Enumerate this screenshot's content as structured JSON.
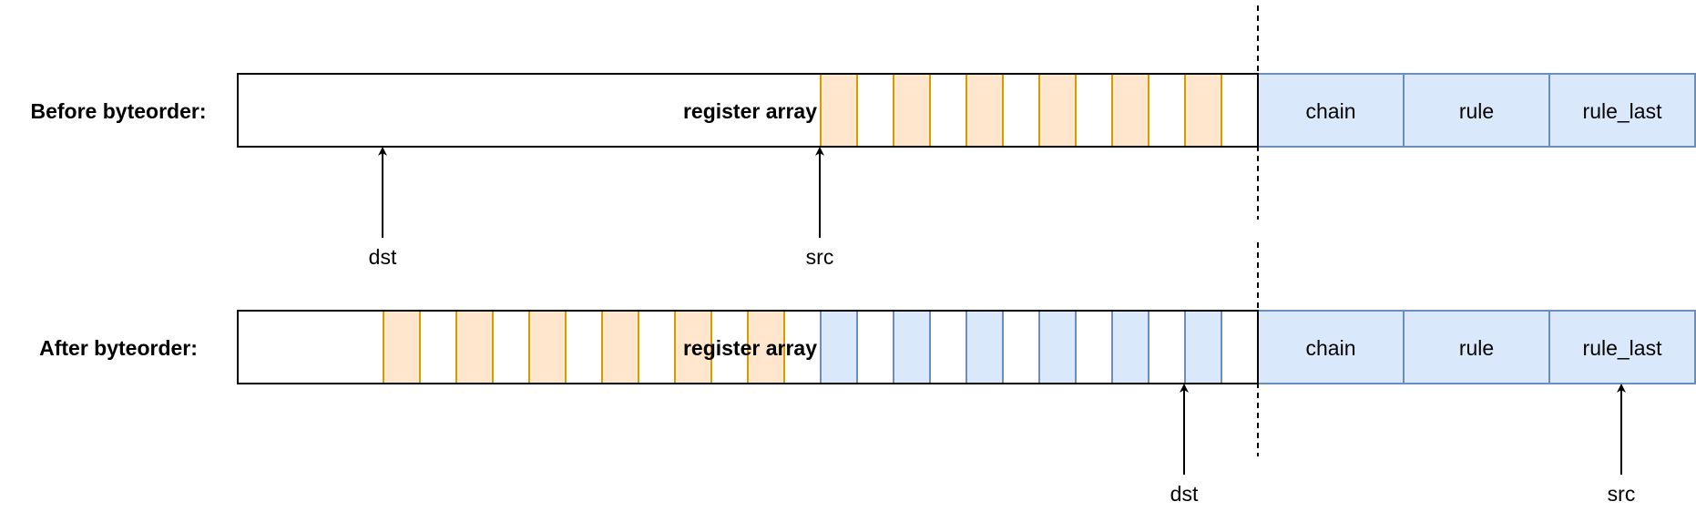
{
  "colors": {
    "stroke": "#000000",
    "orange_fill": "#ffe6cc",
    "orange_stroke": "#d79b00",
    "blue_fill": "#dae8fc",
    "blue_stroke": "#6c8ebf",
    "white": "#ffffff"
  },
  "before": {
    "row_label": "Before  byteorder:",
    "array_label": "register array",
    "fields": [
      "chain",
      "rule",
      "rule_last"
    ],
    "pointer_dst": "dst",
    "pointer_src": "src"
  },
  "after": {
    "row_label": "After  byteorder:",
    "array_label": "register array",
    "fields": [
      "chain",
      "rule",
      "rule_last"
    ],
    "pointer_dst": "dst",
    "pointer_src": "src"
  }
}
